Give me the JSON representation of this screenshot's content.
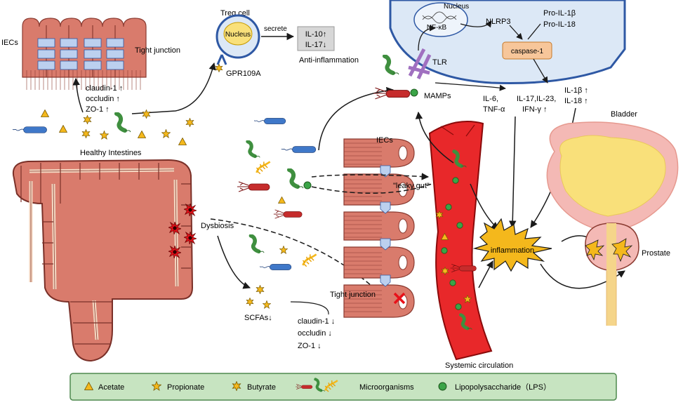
{
  "labels": {
    "iecs_top": "IECs",
    "tight_junction_top": "Tight junction",
    "claudin_up": "claudin-1 ↑",
    "occludin_up": "occludin ↑",
    "zo1_up": "ZO-1 ↑",
    "treg_cell": "Treg cell",
    "nucleus_treg": "Nucleus",
    "secrete": "secrete",
    "il10": "IL-10↑",
    "il17_down": "IL-17↓",
    "anti_inflammation": "Anti-inflammation",
    "gpr109a": "GPR109A",
    "healthy_intestines": "Healthy Intestines",
    "nucleus_top": "Nucleus",
    "nfkb": "NF-κB",
    "nlrp3": "NLRP3",
    "pro_il1b": "Pro-IL-1β",
    "pro_il18": "Pro-IL-18",
    "caspase1": "caspase-1",
    "tlr": "TLR",
    "mamps": "MAMPs",
    "il6": "IL-6,",
    "tnfa": "TNF-α",
    "il17_23": "IL-17,IL-23,",
    "ifng": "IFN-γ ↑",
    "il1b_up": "IL-1β ↑",
    "il18_up": "IL-18 ↑",
    "bladder": "Bladder",
    "iecs_mid": "IECs",
    "leaky_gut": "\"leaky gut\"",
    "dysbiosis": "Dysbiosis",
    "inflammation": "inflammation",
    "prostate": "Prostate",
    "tight_junction_mid": "Tight junction",
    "scfas": "SCFAs↓",
    "claudin_down": "claudin-1 ↓",
    "occludin_down": "occludin ↓",
    "zo1_down": "ZO-1 ↓",
    "systemic_circulation": "Systemic circulation"
  },
  "legend": {
    "acetate": "Acetate",
    "propionate": "Propionate",
    "butyrate": "Butyrate",
    "microorganisms": "Microorganisms",
    "lps": "Lipopolysaccharide（LPS）"
  },
  "colors": {
    "intestine": "#d97b6c",
    "vessel": "#e8282a",
    "nucleus_fill": "#dce8f6",
    "nucleus_stroke": "#2e58a4",
    "caspase_fill": "#f7c69a",
    "legend_bg": "#c7e4c1",
    "legend_border": "#4f8a4f",
    "lps_green": "#3aa447",
    "scfa_yellow": "#f4b81c",
    "bladder_fill": "#f9e07a",
    "bladder_wall": "#f4b9b5",
    "inflammation_fill": "#f4b81c"
  }
}
